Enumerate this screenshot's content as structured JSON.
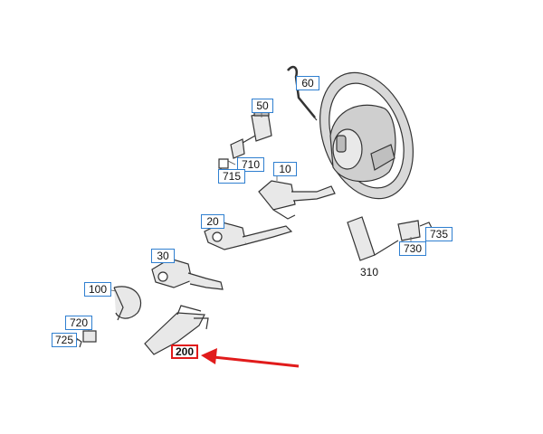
{
  "diagram": {
    "callouts": [
      {
        "id": "60",
        "text": "60"
      },
      {
        "id": "50",
        "text": "50"
      },
      {
        "id": "710",
        "text": "710"
      },
      {
        "id": "715",
        "text": "715"
      },
      {
        "id": "10",
        "text": "10"
      },
      {
        "id": "20",
        "text": "20"
      },
      {
        "id": "30",
        "text": "30"
      },
      {
        "id": "100",
        "text": "100"
      },
      {
        "id": "720",
        "text": "720"
      },
      {
        "id": "725",
        "text": "725"
      },
      {
        "id": "200",
        "text": "200",
        "highlighted": true
      },
      {
        "id": "730",
        "text": "730"
      },
      {
        "id": "735",
        "text": "735"
      },
      {
        "id": "310",
        "text": "310",
        "boxed": false
      }
    ],
    "colors": {
      "label_border": "#2f7fd0",
      "highlight": "#e11b1b",
      "line_art": "#333333",
      "part_fill": "#e8e8e8"
    }
  }
}
